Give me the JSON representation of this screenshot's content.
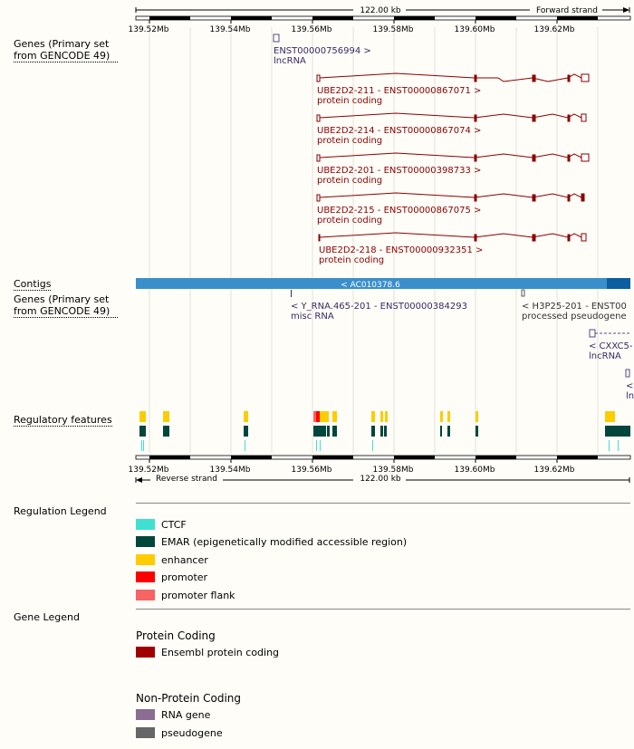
{
  "scale": {
    "span": "122.00 kb",
    "forward": "Forward strand",
    "reverse": "Reverse strand",
    "ticks": [
      "139.52Mb",
      "139.54Mb",
      "139.56Mb",
      "139.58Mb",
      "139.60Mb",
      "139.62Mb"
    ]
  },
  "tracks": {
    "genes_fwd": "Genes (Primary set from GENCODE 49)",
    "contigs": "Contigs",
    "genes_rev": "Genes (Primary set from GENCODE 49)",
    "regulatory": "Regulatory features"
  },
  "fwd_genes": [
    {
      "name": "ENST00000756994 >",
      "biotype": "lncRNA"
    },
    {
      "name": "UBE2D2-211 - ENST00000867071 >",
      "biotype": "protein coding"
    },
    {
      "name": "UBE2D2-214 - ENST00000867074 >",
      "biotype": "protein coding"
    },
    {
      "name": "UBE2D2-201 - ENST00000398733 >",
      "biotype": "protein coding"
    },
    {
      "name": "UBE2D2-215 - ENST00000867075 >",
      "biotype": "protein coding"
    },
    {
      "name": "UBE2D2-218 - ENST00000932351 >",
      "biotype": "protein coding"
    }
  ],
  "contig": {
    "name": "< AC010378.6"
  },
  "rev_genes": [
    {
      "name": "< Y_RNA.465-201 - ENST00000384293",
      "biotype": "misc RNA"
    },
    {
      "name": "< H3P25-201 - ENST00",
      "biotype": "processed pseudogene"
    },
    {
      "name": "< CXXC5-",
      "biotype": "lncRNA"
    },
    {
      "name": "<",
      "biotype": "ln"
    }
  ],
  "regulation_legend": {
    "title": "Regulation Legend",
    "items": [
      {
        "label": "CTCF",
        "color": "#40e0d0"
      },
      {
        "label": "EMAR (epigenetically modified accessible region)",
        "color": "#00463b"
      },
      {
        "label": "enhancer",
        "color": "#ffcc00"
      },
      {
        "label": "promoter",
        "color": "#ff0000"
      },
      {
        "label": "promoter flank",
        "color": "#f66464"
      }
    ]
  },
  "gene_legend": {
    "title": "Gene Legend",
    "protein_heading": "Protein Coding",
    "protein_items": [
      {
        "label": "Ensembl protein coding",
        "color": "#a00000"
      }
    ],
    "nonprotein_heading": "Non-Protein Coding",
    "nonprotein_items": [
      {
        "label": "RNA gene",
        "color": "#8b6d93"
      },
      {
        "label": "pseudogene",
        "color": "#666666"
      }
    ]
  },
  "colors": {
    "protein_coding": "#8b0000",
    "lncrna": "#3a2a64",
    "contig": "#3a8fcb",
    "contig_dark": "#0b5ea0"
  }
}
